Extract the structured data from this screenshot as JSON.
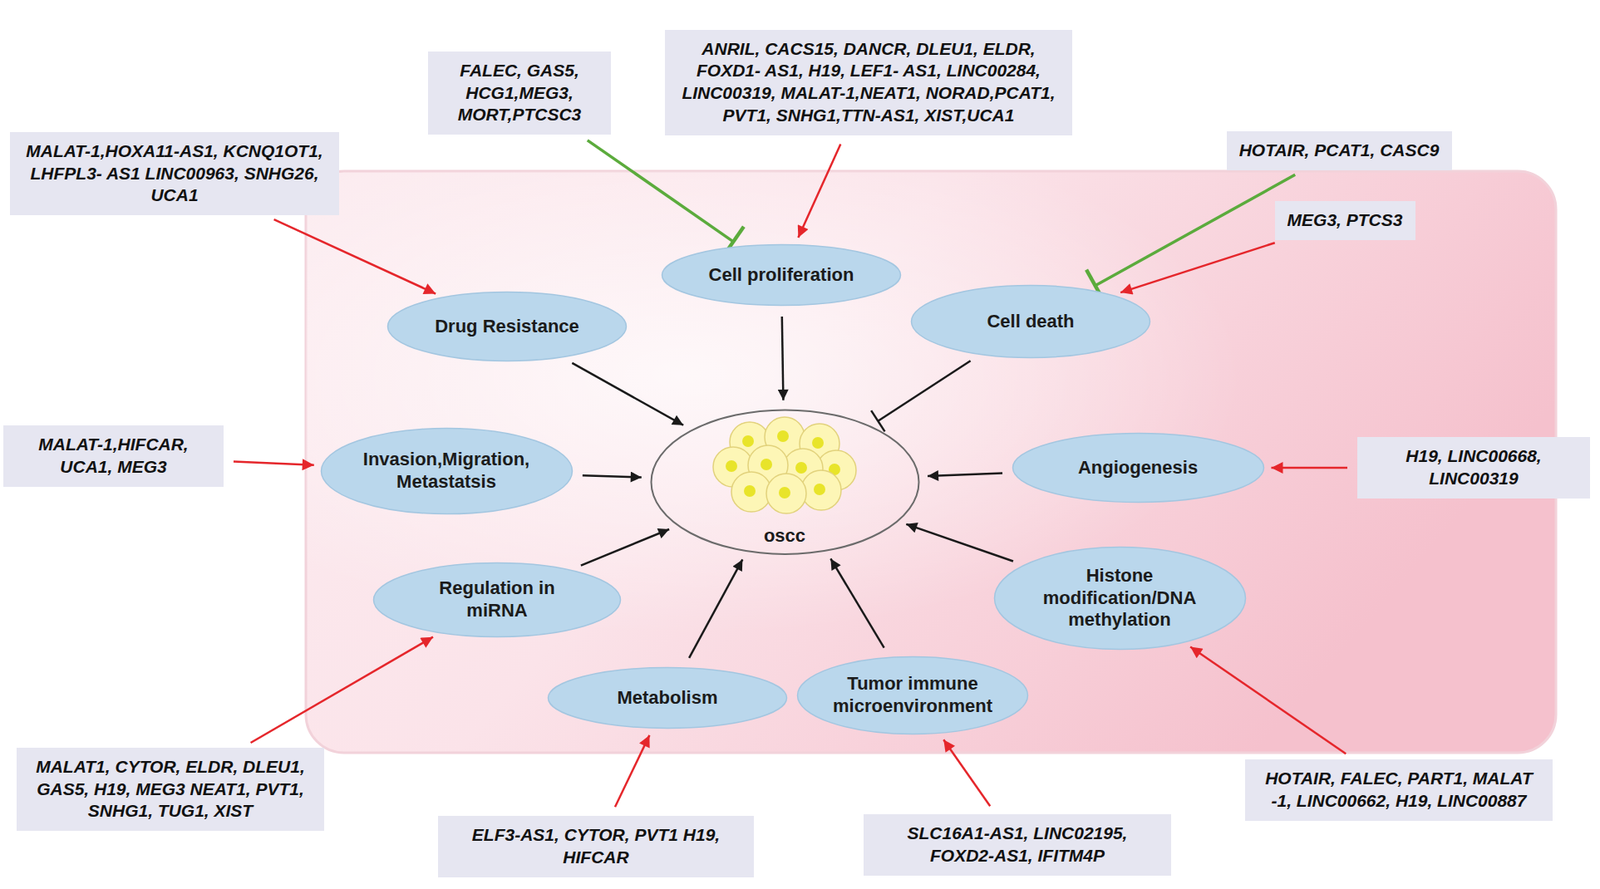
{
  "diagram": {
    "nodes": [
      {
        "text": [
          "MALAT-1,HOXA11-AS1, KCNQ1OT1, LHFPL3- AS1 LINC00963, SNHG26, UCA1"
        ]
      },
      {
        "text": [
          "FALEC, GAS5, HCG1,MEG3, MORT,PTCSC3"
        ]
      },
      {
        "text": [
          "ANRIL, CACS15, DANCR, DLEU1, ELDR, FOXD1- AS1, H19, LEF1- AS1, LINC00284, LINC00319, MALAT-1,NEAT1, NORAD,PCAT1, PVT1, SNHG1,TTN-AS1, XIST,UCA1"
        ]
      },
      {
        "text": [
          "HOTAIR, PCAT1, CASC9"
        ]
      },
      {
        "text": [
          "MEG3, PTCS3"
        ]
      },
      {
        "text": [
          "Cell proliferation"
        ]
      },
      {
        "text": [
          "Drug Resistance"
        ]
      },
      {
        "text": [
          "Cell death"
        ]
      },
      {
        "text": [
          "MALAT-1,HIFCAR, UCA1, MEG3"
        ]
      },
      {
        "text": [
          "Invasion,Migration, Metastatsis"
        ]
      },
      {
        "text": [
          "oscc"
        ]
      },
      {
        "text": [
          "Angiogenesis"
        ]
      },
      {
        "text": [
          "H19, LINC00668, LINC00319"
        ]
      },
      {
        "text": [
          "Regulation in miRNA"
        ]
      },
      {
        "text": [
          "Histone modification/DNA methylation"
        ]
      },
      {
        "text": [
          "Metabolism"
        ]
      },
      {
        "text": [
          "Tumor immune microenvironment"
        ]
      },
      {
        "text": [
          "MALAT1, CYTOR, ELDR, DLEU1, GAS5, H19, MEG3 NEAT1, PVT1, SNHG1, TUG1, XIST"
        ]
      },
      {
        "text": [
          "ELF3-AS1, CYTOR, PVT1 H19, HIFCAR"
        ]
      },
      {
        "text": [
          "SLC16A1-AS1, LINC02195, FOXD2-AS1, IFITM4P"
        ]
      },
      {
        "text": [
          "HOTAIR, FALEC, PART1, MALAT -1, LINC00662, H19, LINC00887"
        ]
      }
    ],
    "edges": [
      {
        "from": 0,
        "to": 6,
        "arrow": "to"
      },
      {
        "from": 1,
        "to": 5,
        "arrow": "none"
      },
      {
        "from": 2,
        "to": 5,
        "arrow": "to"
      },
      {
        "from": 3,
        "to": 7,
        "arrow": "none"
      },
      {
        "from": 4,
        "to": 7,
        "arrow": "to"
      },
      {
        "from": 8,
        "to": 9,
        "arrow": "to"
      },
      {
        "from": 12,
        "to": 11,
        "arrow": "to"
      },
      {
        "from": 17,
        "to": 13,
        "arrow": "to"
      },
      {
        "from": 18,
        "to": 15,
        "arrow": "to"
      },
      {
        "from": 19,
        "to": 16,
        "arrow": "to"
      },
      {
        "from": 20,
        "to": 14,
        "arrow": "to"
      },
      {
        "from": 6,
        "to": 10,
        "arrow": "to"
      },
      {
        "from": 5,
        "to": 10,
        "arrow": "to"
      },
      {
        "from": 7,
        "to": 10,
        "arrow": "none"
      },
      {
        "from": 9,
        "to": 10,
        "arrow": "to"
      },
      {
        "from": 11,
        "to": 10,
        "arrow": "to"
      },
      {
        "from": 13,
        "to": 10,
        "arrow": "to"
      },
      {
        "from": 14,
        "to": 10,
        "arrow": "to"
      },
      {
        "from": 15,
        "to": 10,
        "arrow": "to"
      },
      {
        "from": 16,
        "to": 10,
        "arrow": "to"
      }
    ]
  }
}
